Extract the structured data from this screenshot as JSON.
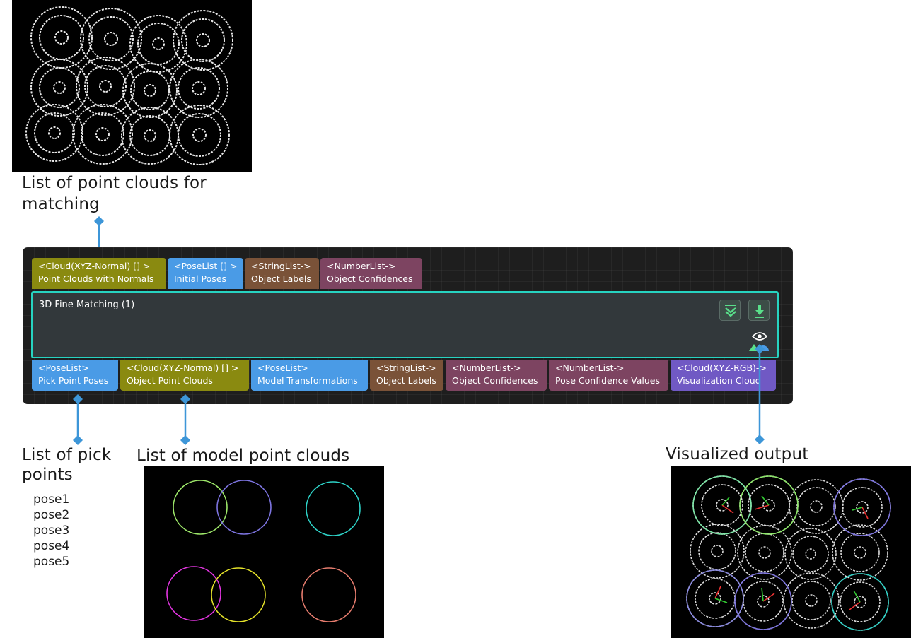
{
  "captions": {
    "input_point_clouds": "List of point clouds for matching",
    "pick_points": "List of pick points",
    "model_point_clouds": "List of model point clouds",
    "visualized_output": "Visualized output"
  },
  "node": {
    "title": "3D Fine Matching (1)",
    "inputs": [
      {
        "type": "<Cloud(XYZ-Normal) [] >",
        "name": "Point Clouds with Normals",
        "color": "#8a8a10"
      },
      {
        "type": "<PoseList [] >",
        "name": "Initial Poses",
        "color": "#4a9be6"
      },
      {
        "type": "<StringList->",
        "name": "Object Labels",
        "color": "#7a5238"
      },
      {
        "type": "<NumberList->",
        "name": "Object Confidences",
        "color": "#7d4461"
      }
    ],
    "outputs": [
      {
        "type": "<PoseList>",
        "name": "Pick Point Poses",
        "color": "#4a9be6"
      },
      {
        "type": "<Cloud(XYZ-Normal) [] >",
        "name": "Object Point Clouds",
        "color": "#8a8a10"
      },
      {
        "type": "<PoseList>",
        "name": "Model Transformations",
        "color": "#4a9be6"
      },
      {
        "type": "<StringList->",
        "name": "Object Labels",
        "color": "#7a5238"
      },
      {
        "type": "<NumberList->",
        "name": "Object Confidences",
        "color": "#7d4461"
      },
      {
        "type": "<NumberList->",
        "name": "Pose Confidence Values",
        "color": "#7d4461"
      },
      {
        "type": "<Cloud(XYZ-RGB)->",
        "name": "Visualization Cloud",
        "color": "#7059c4"
      }
    ],
    "buttons": [
      "collapse-icon",
      "download-icon"
    ],
    "accent": "#27d3c1",
    "connector_color": "#3d96d8"
  },
  "pick_points_list": [
    "pose1",
    "pose2",
    "pose3",
    "pose4",
    "pose5"
  ]
}
